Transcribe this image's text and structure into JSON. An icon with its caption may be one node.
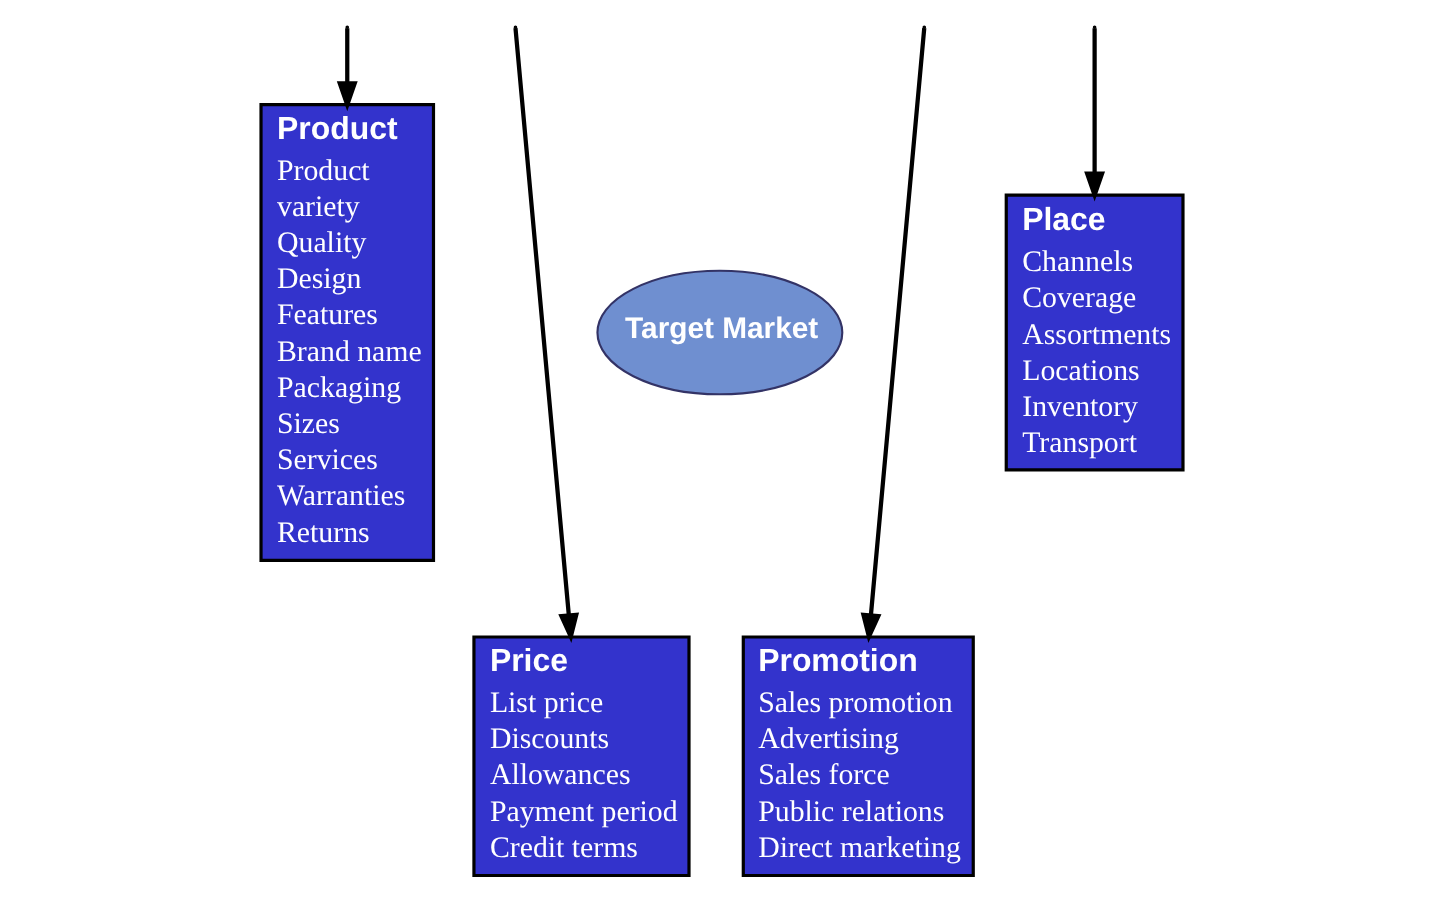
{
  "diagram": {
    "nodes": [
      {
        "text": [
          "Product",
          "Product",
          "variety",
          "Quality",
          "Design",
          "Features",
          "Brand name",
          "Packaging",
          "Sizes",
          "Services",
          "Warranties",
          "Returns"
        ]
      },
      {
        "text": [
          "Target Market"
        ]
      },
      {
        "text": [
          "Price",
          "List price",
          "Discounts",
          "Allowances",
          "Payment period",
          "Credit terms"
        ]
      },
      {
        "text": [
          "Promotion",
          "Sales promotion",
          "Advertising",
          "Sales force",
          "Public relations",
          "Direct marketing"
        ]
      },
      {
        "text": [
          "Place",
          "Channels",
          "Coverage",
          "Assortments",
          "Locations",
          "Inventory",
          "Transport"
        ]
      }
    ],
    "edges": [
      {
        "from": null,
        "to": 0,
        "arrow": "to"
      },
      {
        "from": null,
        "to": 2,
        "arrow": "to"
      },
      {
        "from": null,
        "to": 3,
        "arrow": "to"
      },
      {
        "from": null,
        "to": 4,
        "arrow": "to"
      }
    ]
  }
}
